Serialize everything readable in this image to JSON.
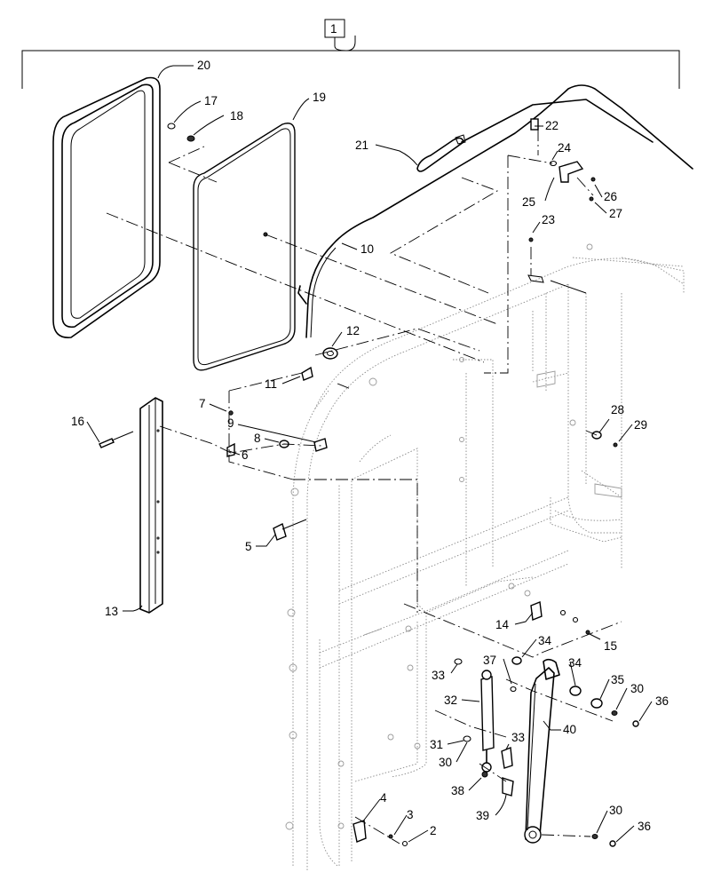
{
  "assembly_label": "1",
  "callouts": [
    {
      "id": "c20",
      "text": "20"
    },
    {
      "id": "c19",
      "text": "19"
    },
    {
      "id": "c17",
      "text": "17"
    },
    {
      "id": "c18",
      "text": "18"
    },
    {
      "id": "c21",
      "text": "21"
    },
    {
      "id": "c22",
      "text": "22"
    },
    {
      "id": "c24",
      "text": "24"
    },
    {
      "id": "c25",
      "text": "25"
    },
    {
      "id": "c26",
      "text": "26"
    },
    {
      "id": "c27",
      "text": "27"
    },
    {
      "id": "c23",
      "text": "23"
    },
    {
      "id": "c10",
      "text": "10"
    },
    {
      "id": "c12",
      "text": "12"
    },
    {
      "id": "c11",
      "text": "11"
    },
    {
      "id": "c7",
      "text": "7"
    },
    {
      "id": "c9",
      "text": "9"
    },
    {
      "id": "c8",
      "text": "8"
    },
    {
      "id": "c6",
      "text": "6"
    },
    {
      "id": "c16",
      "text": "16"
    },
    {
      "id": "c5",
      "text": "5"
    },
    {
      "id": "c13",
      "text": "13"
    },
    {
      "id": "c28",
      "text": "28"
    },
    {
      "id": "c29",
      "text": "29"
    },
    {
      "id": "c14",
      "text": "14"
    },
    {
      "id": "c15",
      "text": "15"
    },
    {
      "id": "c34a",
      "text": "34"
    },
    {
      "id": "c33a",
      "text": "33"
    },
    {
      "id": "c37",
      "text": "37"
    },
    {
      "id": "c34b",
      "text": "34"
    },
    {
      "id": "c32",
      "text": "32"
    },
    {
      "id": "c35",
      "text": "35"
    },
    {
      "id": "c30a",
      "text": "30"
    },
    {
      "id": "c36a",
      "text": "36"
    },
    {
      "id": "c40",
      "text": "40"
    },
    {
      "id": "c31",
      "text": "31"
    },
    {
      "id": "c33b",
      "text": "33"
    },
    {
      "id": "c30b",
      "text": "30"
    },
    {
      "id": "c38",
      "text": "38"
    },
    {
      "id": "c39",
      "text": "39"
    },
    {
      "id": "c4",
      "text": "4"
    },
    {
      "id": "c3",
      "text": "3"
    },
    {
      "id": "c2",
      "text": "2"
    },
    {
      "id": "c30c",
      "text": "30"
    },
    {
      "id": "c36b",
      "text": "36"
    }
  ]
}
